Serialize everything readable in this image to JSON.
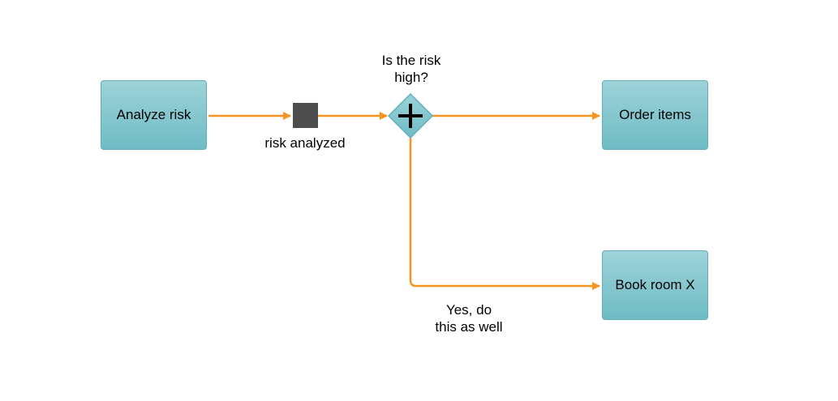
{
  "tasks": {
    "analyze_risk": "Analyze risk",
    "order_items": "Order items",
    "book_room": "Book room X"
  },
  "event": {
    "label": "risk analyzed"
  },
  "gateway": {
    "question_line1": "Is the risk",
    "question_line2": "high?"
  },
  "flows": {
    "book_room_label_line1": "Yes, do",
    "book_room_label_line2": "this as well"
  },
  "colors": {
    "flow": "#f7931e",
    "task_fill": "#7fc3cc",
    "gateway_fill": "#7fc3cc",
    "event_fill": "#4d4d4d"
  }
}
